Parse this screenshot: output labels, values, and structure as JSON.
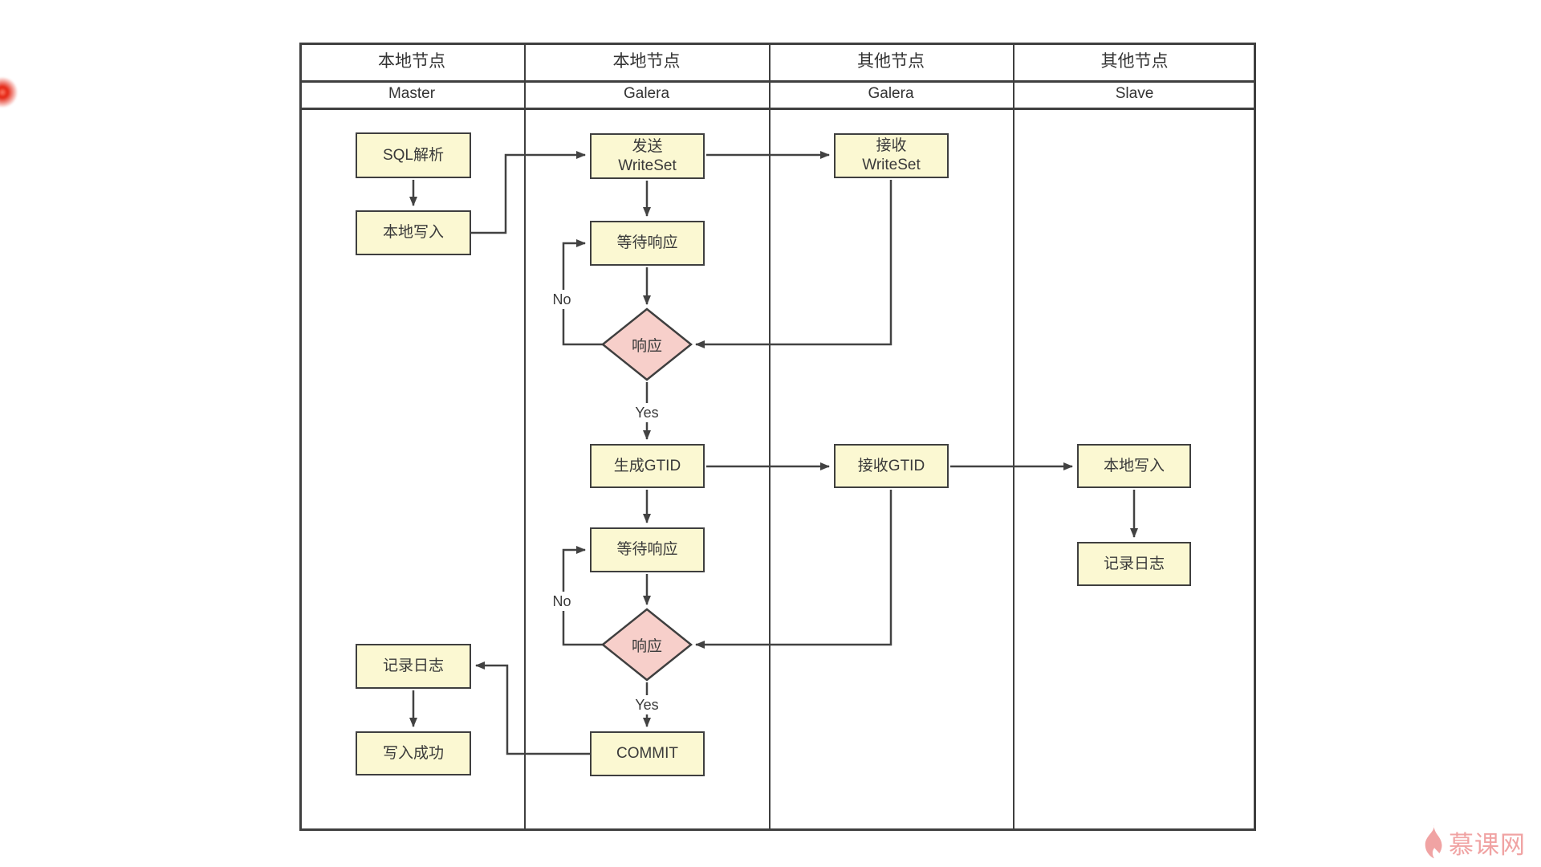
{
  "colors": {
    "node_fill": "#fbf8d2",
    "node_border": "#3f3f3f",
    "diamond_fill": "#f7cfca",
    "line": "#424242",
    "text": "#3a3a3a",
    "watermark": "#f0a3a3",
    "pointer_dot": "#e3210f"
  },
  "header": {
    "columns": [
      {
        "type": "本地节点",
        "role": "Master"
      },
      {
        "type": "本地节点",
        "role": "Galera"
      },
      {
        "type": "其他节点",
        "role": "Galera"
      },
      {
        "type": "其他节点",
        "role": "Slave"
      }
    ]
  },
  "nodes": {
    "sql_parse": "SQL解析",
    "local_write_master": "本地写入",
    "log_master": "记录日志",
    "write_success": "写入成功",
    "send_writeset_l1": "发送",
    "send_writeset_l2": "WriteSet",
    "wait_response_1": "等待响应",
    "response_1": "响应",
    "gen_gtid": "生成GTID",
    "wait_response_2": "等待响应",
    "response_2": "响应",
    "commit": "COMMIT",
    "recv_writeset_l1": "接收",
    "recv_writeset_l2": "WriteSet",
    "recv_gtid": "接收GTID",
    "local_write_slave": "本地写入",
    "log_slave": "记录日志"
  },
  "edge_labels": {
    "no_1": "No",
    "yes_1": "Yes",
    "no_2": "No",
    "yes_2": "Yes"
  },
  "watermark": {
    "text": "慕课网"
  }
}
